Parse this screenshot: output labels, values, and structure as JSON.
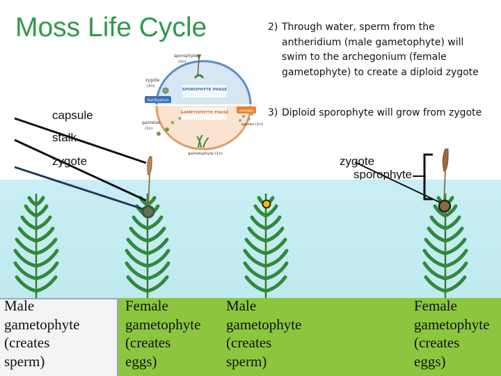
{
  "title": "Moss Life Cycle",
  "notes": [
    {
      "num": "2)",
      "text": "Through water, sperm from the antheridium (male gametophyte) will swim to the archegonium (female gametophyte) to create a diploid zygote"
    },
    {
      "num": "3)",
      "text": "Diploid sporophyte will grow from zygote"
    }
  ],
  "labels": {
    "capsule": "capsule",
    "stalk": "stalk",
    "zygote_left": "zygote",
    "zygote_right": "zygote",
    "sporophyte": "sporophyte"
  },
  "cycle": {
    "sporophyte": "sporophyte",
    "sporophyte_ploidy": "(2n)",
    "zygote": "zygote",
    "zygote_ploidy": "(2n)",
    "fertilization": "fertilization",
    "sporophyte_phase": "SPOROPHYTE PHASE",
    "gametophyte_phase": "GAMETOPHYTE PHASE",
    "meiosis": "meiosis",
    "gametes": "gametes",
    "gametes_ploidy": "(1n)",
    "spores": "spores (1n)",
    "gametophyte": "gametophyte (1n)"
  },
  "captions": [
    {
      "lines": [
        "Male",
        "gametophyte",
        "(creates",
        "sperm)"
      ]
    },
    {
      "lines": [
        "Female",
        "gametophyte",
        "(creates",
        "eggs)"
      ]
    },
    {
      "lines": [
        "Male",
        "gametophyte",
        "(creates",
        "sperm)"
      ]
    },
    {
      "lines": [
        "Female",
        "gametophyte",
        "(creates",
        "eggs)"
      ]
    }
  ],
  "colors": {
    "title": "#2e9a4a",
    "water": "#c9eef3",
    "ground": "#8cc63f",
    "sporophyte_phase": "#d6e6f2",
    "gametophyte_phase": "#fbe3d2",
    "fertilization_badge": "#3b6fb6",
    "meiosis_badge": "#e8812f",
    "zygote_dot_left": "#6b6b58",
    "zygote_dot_right": "#8a6a3a",
    "sperm_dot": "#f2c400"
  }
}
